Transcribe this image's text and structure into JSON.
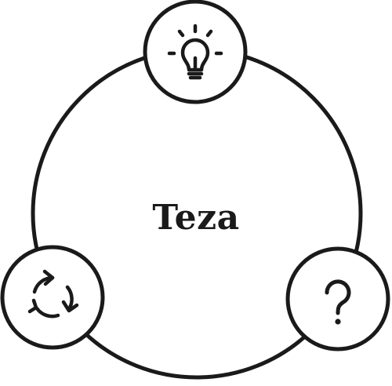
{
  "center_label": "Teza",
  "nodes": [
    {
      "id": "top",
      "icon": "lightbulb-icon"
    },
    {
      "id": "bottom-left",
      "icon": "refresh-cycle-icon"
    },
    {
      "id": "bottom-right",
      "icon": "question-mark-icon"
    }
  ],
  "question_glyph": "?",
  "colors": {
    "stroke": "#1a1a1a",
    "fill": "#ffffff",
    "background": "#ffffff"
  }
}
